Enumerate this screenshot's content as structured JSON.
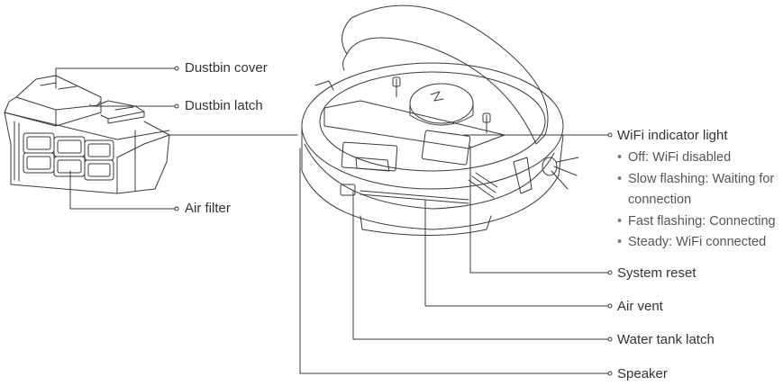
{
  "labels": {
    "dustbin_cover": "Dustbin cover",
    "dustbin_latch": "Dustbin latch",
    "air_filter": "Air filter",
    "wifi_light": "WiFi indicator light",
    "system_reset": "System reset",
    "air_vent": "Air vent",
    "water_tank_latch": "Water tank latch",
    "speaker": "Speaker"
  },
  "wifi_states": [
    "Off: WiFi disabled",
    "Slow flashing: Waiting for",
    "connection",
    "Fast flashing: Connecting",
    "Steady: WiFi connected"
  ],
  "colors": {
    "line": "#3a3a3a",
    "text": "#333333"
  }
}
